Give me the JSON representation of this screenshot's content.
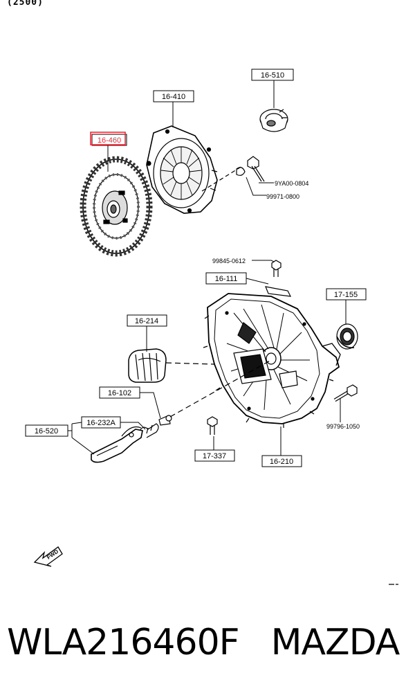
{
  "header": {
    "engine_code": "(2500)"
  },
  "diagram": {
    "highlight_color": "#e0303a",
    "callouts": {
      "p16510": "16-510",
      "p16410": "16-410",
      "p16460": "16-460",
      "p9ya000804": "9YA00-0804",
      "p999710800": "99971-0800",
      "p998450612": "99845-0612",
      "p16111": "16-111",
      "p17155": "17-155",
      "p16214": "16-214",
      "p16102": "16-102",
      "p16232a": "16-232A",
      "p16520": "16-520",
      "p997961050": "99796-1050",
      "p17337": "17-337",
      "p16210": "16-210"
    },
    "fwd_label": "FWD",
    "corner_mark": "~"
  },
  "footer": {
    "part_number": "WLA216460F",
    "brand": "MAZDA"
  }
}
